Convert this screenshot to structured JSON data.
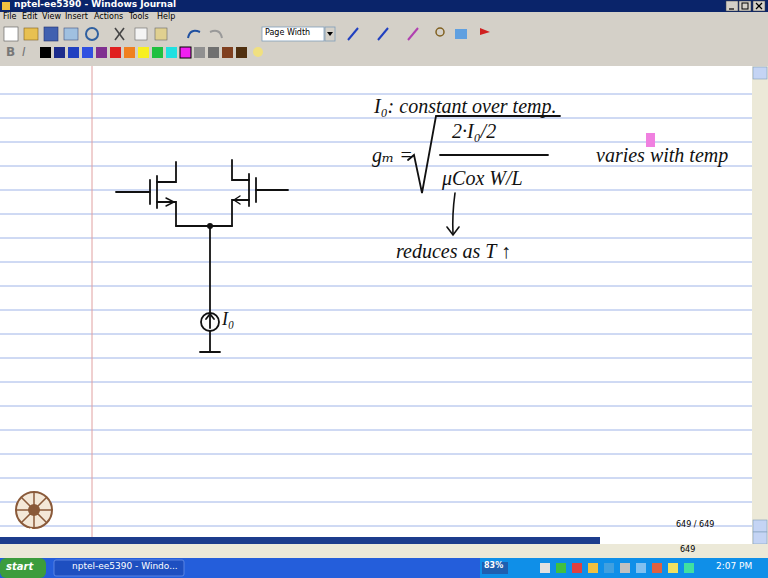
{
  "diagram": {
    "labels": [
      "nptel-ee5390 - Windows Journal",
      "File",
      "Edit",
      "View",
      "Insert",
      "Actions",
      "Tools",
      "Help",
      "Page Width",
      "B",
      "I",
      "I₀: constant over temp.",
      "gₘ =",
      "2·I₀/2",
      "μCox W/L",
      "varies with temp",
      "reduces as T ↑",
      "I₀",
      "NPTEL",
      "649 / 649",
      "649",
      "start",
      "nptel-ee5390 - Windo...",
      "83%",
      "2:07 PM"
    ]
  }
}
